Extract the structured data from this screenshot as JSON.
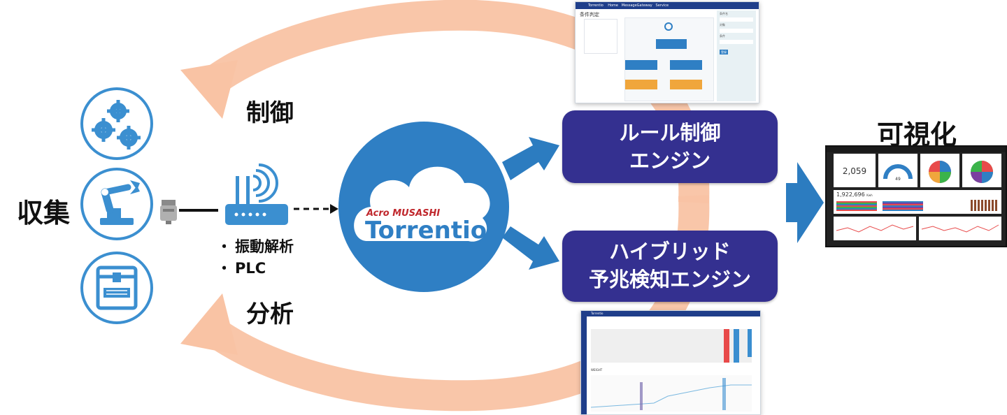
{
  "labels": {
    "collect": "収集",
    "control": "制御",
    "analysis": "分析",
    "visualize": "可視化"
  },
  "bullets": [
    "振動解析",
    "PLC"
  ],
  "bullet_mark": "・",
  "logo": {
    "brand_small": "Acro MUSASHI",
    "brand_big": "Torrentio"
  },
  "engines": {
    "rule": [
      "ルール制御",
      "エンジン"
    ],
    "hybrid": [
      "ハイブリッド",
      "予兆検知エンジン"
    ]
  },
  "rule_screenshot": {
    "nav_title": "Torrentio",
    "nav_items": [
      "Home",
      "MessageGateway",
      "Service"
    ],
    "page_title": "条件判定",
    "side_fields": [
      "条件名",
      "対象",
      "条件"
    ],
    "submit": "登録"
  },
  "hybrid_screenshot": {
    "nav_title": "Torrentio",
    "section_label": "WEIGHT"
  },
  "dashboard": {
    "kpi_1": "2,059",
    "kpi_2": "1,922,696",
    "kpi_2_unit": "Kwh",
    "gauge_value": "49"
  },
  "colors": {
    "icon_blue": "#3b8fd0",
    "cloud_blue": "#2f7fc4",
    "engine_navy": "#343090",
    "loop_salmon": "#f9c3a4",
    "arrow_blue": "#2c7cc0",
    "logo_red": "#c0282d"
  },
  "icons": [
    "gears-icon",
    "robot-arm-icon",
    "3d-printer-icon",
    "sensor-icon",
    "wifi-router-icon",
    "cloud-icon"
  ]
}
